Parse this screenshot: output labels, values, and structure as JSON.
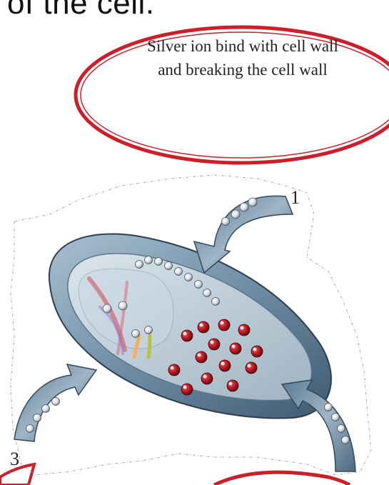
{
  "header": {
    "text": "of the cell."
  },
  "callout": {
    "text": "Silver ion bind with cell wall and breaking the cell wall"
  },
  "steps": [
    {
      "label": "1"
    },
    {
      "label": "3"
    }
  ],
  "colors": {
    "callout_border": "#cc1f2a",
    "cell_body": "#6f8da4",
    "silver_ion": "#e8ecf0",
    "red_dot": "#b3121c"
  }
}
